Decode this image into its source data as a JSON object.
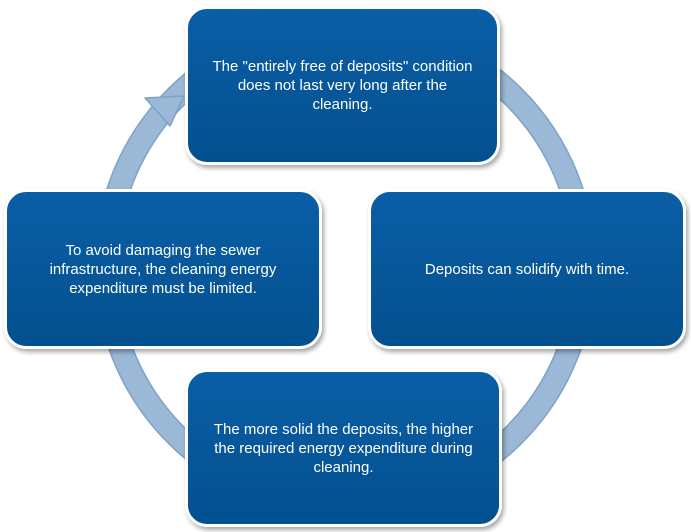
{
  "colors": {
    "box_fill": "#01579b",
    "box_border": "#ffffff",
    "text": "#ffffff",
    "arrow_fill": "#9bb8d6",
    "arrow_stroke": "#7ea2c8"
  },
  "diagram": {
    "type": "cycle",
    "direction": "clockwise",
    "steps": [
      {
        "position": "top",
        "text": "The \"entirely free of deposits\" condition does not last very long after the cleaning."
      },
      {
        "position": "right",
        "text": "Deposits can solidify with time."
      },
      {
        "position": "bottom",
        "text": "The more solid the deposits, the higher the required energy expenditure during cleaning."
      },
      {
        "position": "left",
        "text": "To avoid damaging the sewer infrastructure, the cleaning energy expenditure must be limited."
      }
    ]
  }
}
